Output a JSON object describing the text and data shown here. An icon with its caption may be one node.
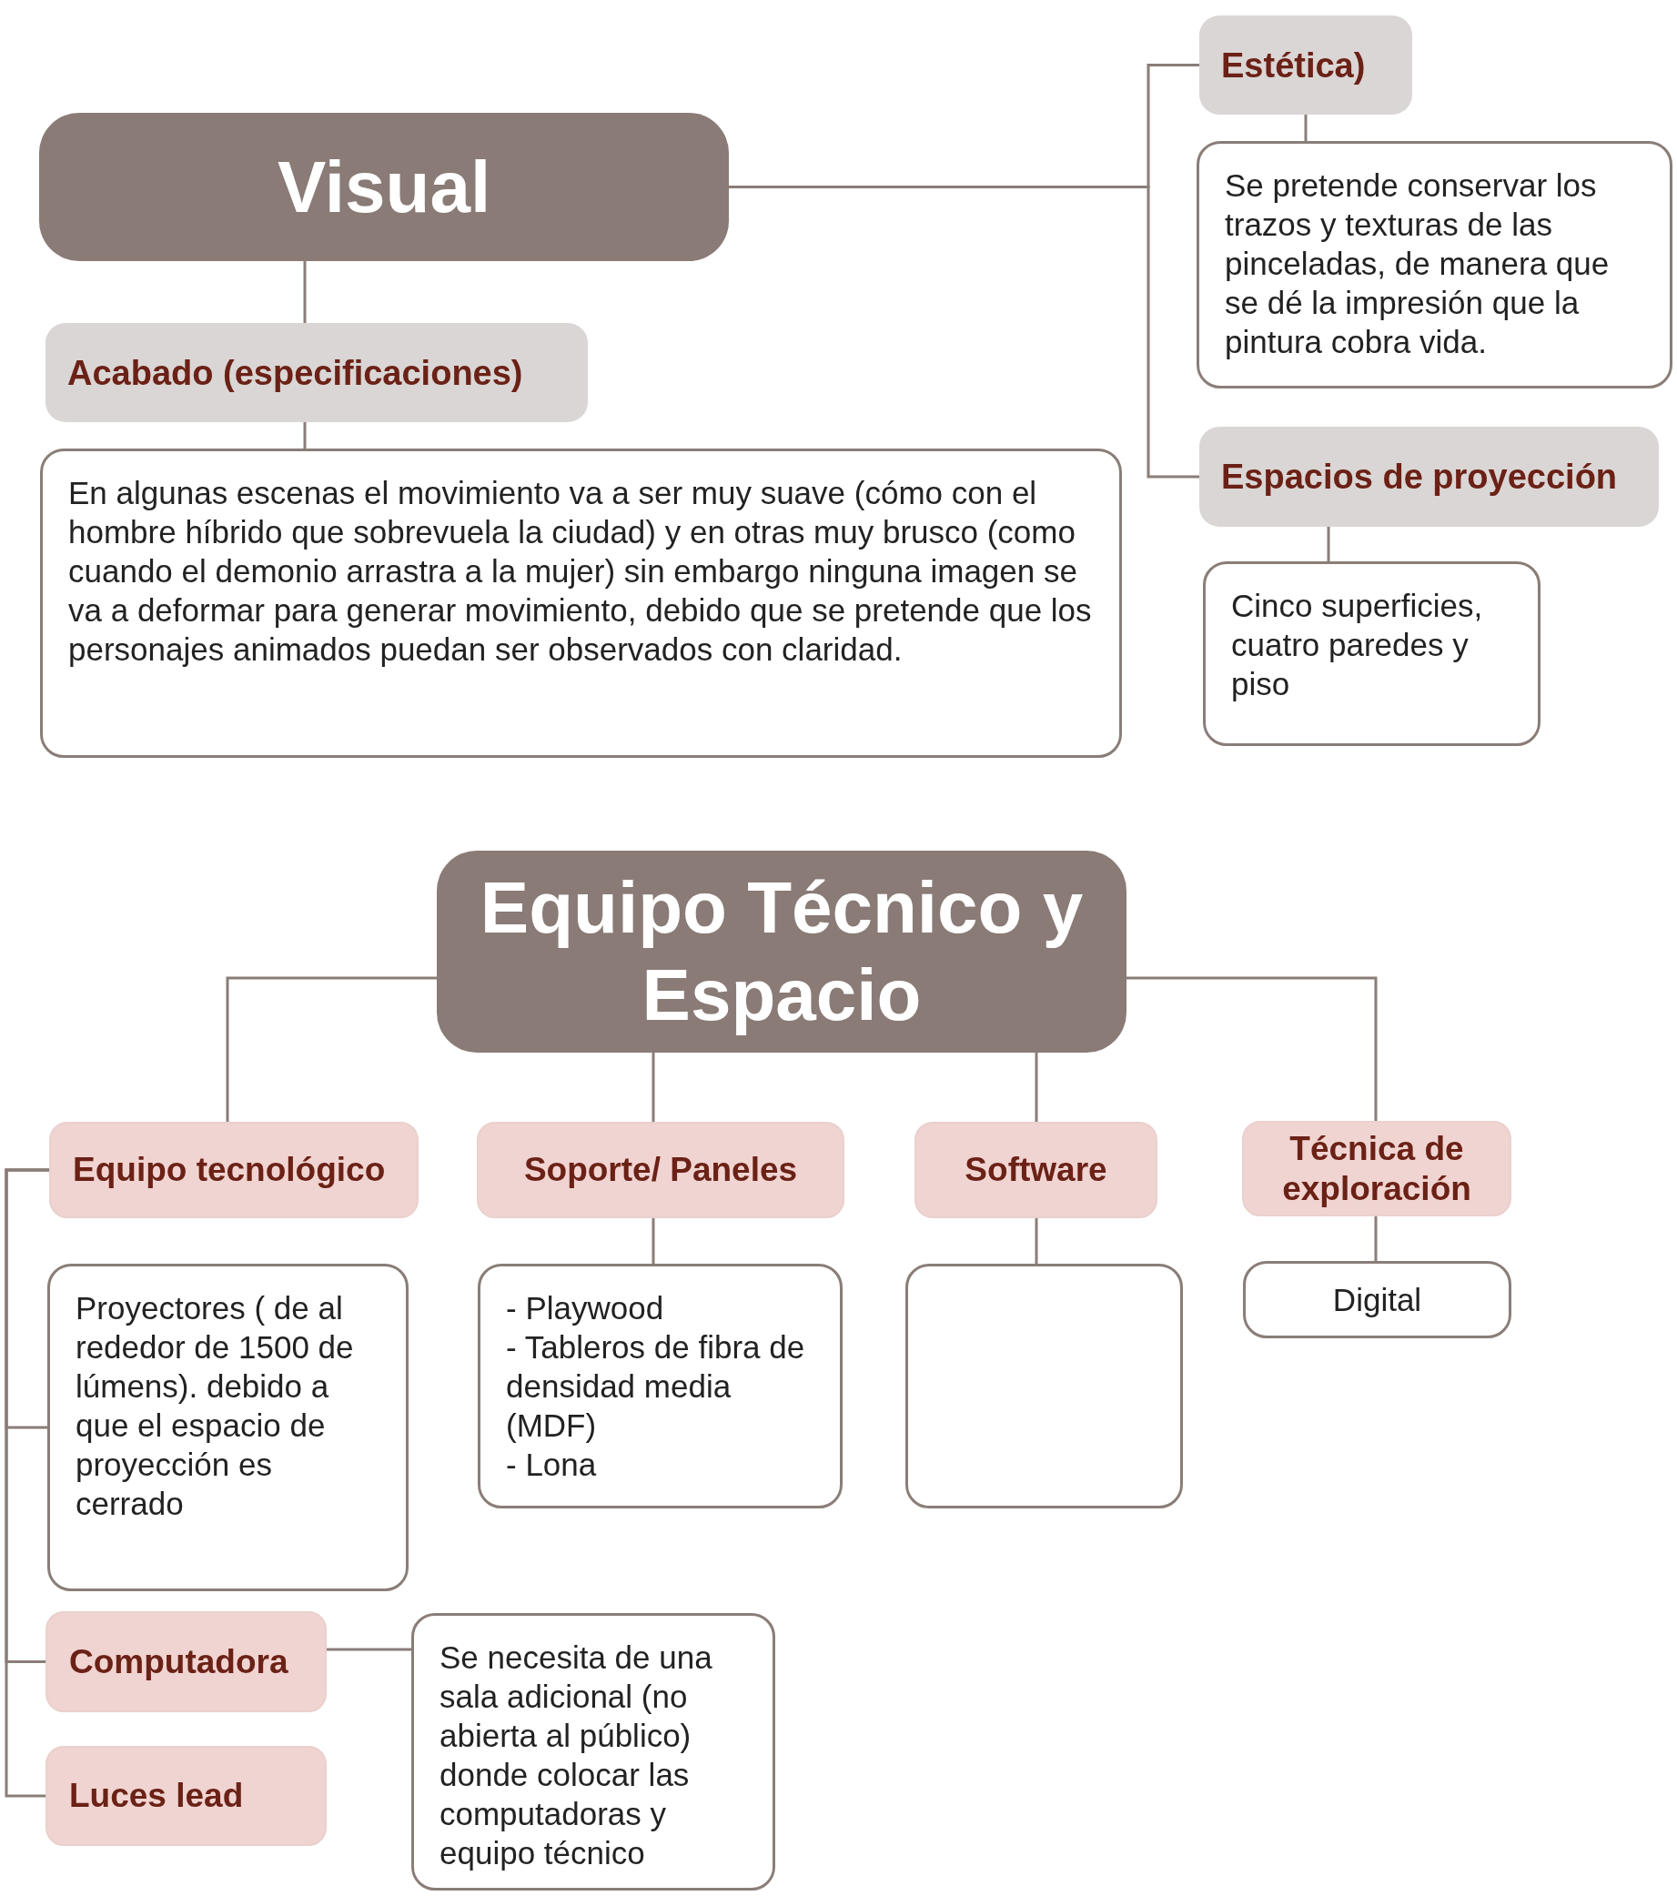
{
  "diagram": {
    "nodes": [
      {
        "text": [
          "Visual"
        ]
      },
      {
        "text": [
          "Acabado (especificaciones)"
        ]
      },
      {
        "text": [
          "En algunas escenas el movimiento va a ser muy suave (cómo con el hombre híbrido que sobrevuela la ciudad) y en otras muy brusco (como cuando el demonio arrastra a la mujer) sin embargo ninguna imagen se va a deformar para generar movimiento, debido que se pretende que los personajes animados puedan ser observados con claridad."
        ]
      },
      {
        "text": [
          "Estética)"
        ]
      },
      {
        "text": [
          "Se pretende conservar los trazos y texturas de las pinceladas, de manera que se dé la impresión que la pintura cobra vida."
        ]
      },
      {
        "text": [
          "Espacios de proyección"
        ]
      },
      {
        "text": [
          "Cinco superficies, cuatro paredes y piso"
        ]
      },
      {
        "text": [
          "Equipo Técnico y Espacio"
        ]
      },
      {
        "text": [
          "Equipo tecnológico"
        ]
      },
      {
        "text": [
          "Proyectores ( de al rededor de 1500 de lúmens). debido a que el espacio de proyección es cerrado"
        ]
      },
      {
        "text": [
          "Computadora"
        ]
      },
      {
        "text": [
          "Se necesita de una sala adicional (no abierta al público) donde colocar las computadoras y equipo técnico"
        ]
      },
      {
        "text": [
          "Luces lead"
        ]
      },
      {
        "text": [
          "Soporte/ Paneles"
        ]
      },
      {
        "text": [
          "- Playwood",
          "- Tableros de fibra de densidad media (MDF)",
          "- Lona"
        ]
      },
      {
        "text": [
          "Software"
        ]
      },
      {
        "text": [],
        "shape": "box"
      },
      {
        "text": [
          "Técnica de exploración"
        ]
      },
      {
        "text": [
          "Digital"
        ]
      }
    ],
    "edges": [
      {
        "from": 0,
        "to": 1,
        "arrow": "none"
      },
      {
        "from": 1,
        "to": 2,
        "arrow": "none"
      },
      {
        "from": 0,
        "to": 3,
        "arrow": "none"
      },
      {
        "from": 0,
        "to": 5,
        "arrow": "none"
      },
      {
        "from": 3,
        "to": 4,
        "arrow": "none"
      },
      {
        "from": 5,
        "to": 6,
        "arrow": "none"
      },
      {
        "from": 7,
        "to": 8,
        "arrow": "none"
      },
      {
        "from": 7,
        "to": 13,
        "arrow": "none"
      },
      {
        "from": 7,
        "to": 15,
        "arrow": "none"
      },
      {
        "from": 7,
        "to": 17,
        "arrow": "none"
      },
      {
        "from": 8,
        "to": 9,
        "arrow": "none"
      },
      {
        "from": 8,
        "to": 10,
        "arrow": "none"
      },
      {
        "from": 8,
        "to": 12,
        "arrow": "none"
      },
      {
        "from": 10,
        "to": 11,
        "arrow": "none"
      },
      {
        "from": 13,
        "to": 14,
        "arrow": "none"
      },
      {
        "from": 15,
        "to": 16,
        "arrow": "none"
      },
      {
        "from": 17,
        "to": 18,
        "arrow": "none"
      }
    ]
  }
}
